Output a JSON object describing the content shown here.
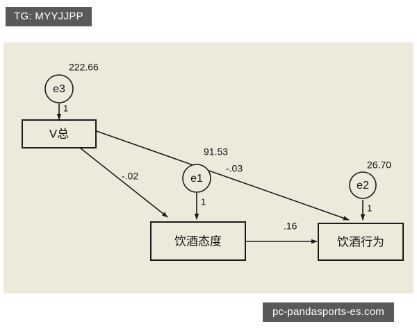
{
  "tag": {
    "label": "TG: MYYJJPP"
  },
  "watermark": {
    "label": "pc-pandasports-es.com"
  },
  "diagram": {
    "type": "sem-path-diagram",
    "background_color": "#eceadb",
    "line_color": "#1a1a1a",
    "observed_variables": [
      {
        "id": "v_total",
        "label": "V总"
      },
      {
        "id": "drinking_attitude",
        "label": "饮酒态度"
      },
      {
        "id": "drinking_behavior",
        "label": "饮酒行为"
      }
    ],
    "error_terms": [
      {
        "id": "e3",
        "label": "e3",
        "variance": "222.66",
        "loading": "1",
        "target": "v_total"
      },
      {
        "id": "e1",
        "label": "e1",
        "variance": "91.53",
        "loading": "1",
        "target": "drinking_attitude"
      },
      {
        "id": "e2",
        "label": "e2",
        "variance": "26.70",
        "loading": "1",
        "target": "drinking_behavior"
      }
    ],
    "paths": [
      {
        "id": "p1",
        "from": "v_total",
        "to": "drinking_attitude",
        "coefficient": "-.02"
      },
      {
        "id": "p2",
        "from": "v_total",
        "to": "drinking_behavior",
        "coefficient": "-.03"
      },
      {
        "id": "p3",
        "from": "drinking_attitude",
        "to": "drinking_behavior",
        "coefficient": ".16"
      }
    ]
  }
}
